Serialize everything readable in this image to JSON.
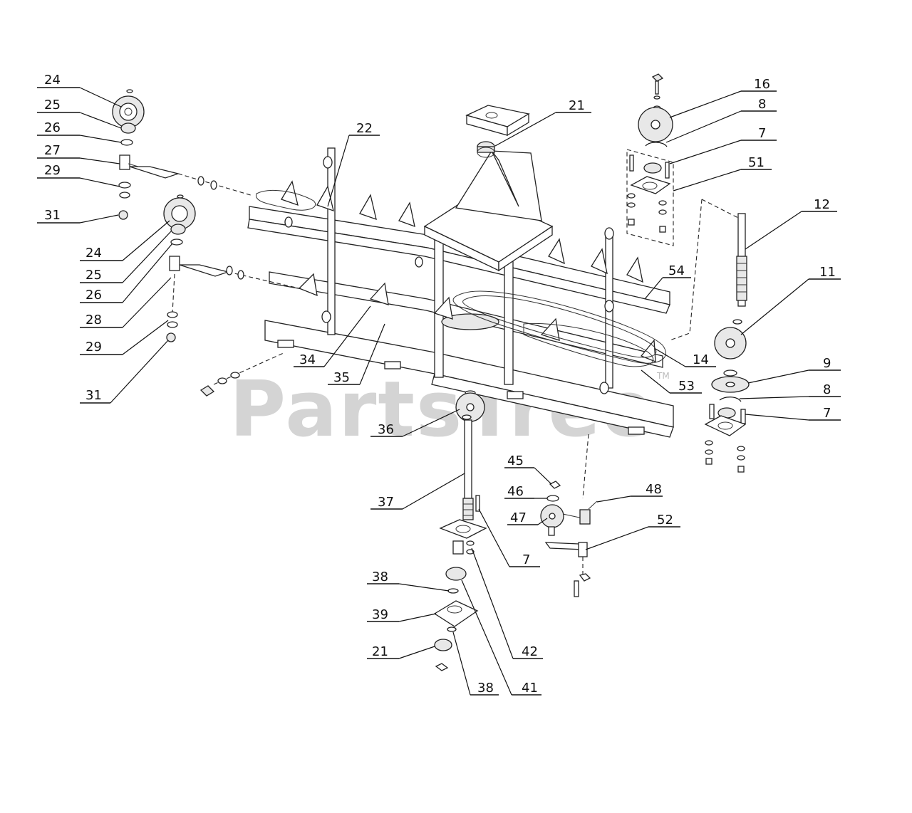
{
  "watermark": {
    "text": "PartsTree",
    "tm": "TM"
  },
  "callouts": [
    {
      "id": "c24a",
      "num": "24"
    },
    {
      "id": "c25a",
      "num": "25"
    },
    {
      "id": "c26a",
      "num": "26"
    },
    {
      "id": "c27",
      "num": "27"
    },
    {
      "id": "c29a",
      "num": "29"
    },
    {
      "id": "c31a",
      "num": "31"
    },
    {
      "id": "c24b",
      "num": "24"
    },
    {
      "id": "c25b",
      "num": "25"
    },
    {
      "id": "c26b",
      "num": "26"
    },
    {
      "id": "c28",
      "num": "28"
    },
    {
      "id": "c29b",
      "num": "29"
    },
    {
      "id": "c31b",
      "num": "31"
    },
    {
      "id": "c22",
      "num": "22"
    },
    {
      "id": "c21a",
      "num": "21"
    },
    {
      "id": "c16",
      "num": "16"
    },
    {
      "id": "c8a",
      "num": "8"
    },
    {
      "id": "c7a",
      "num": "7"
    },
    {
      "id": "c51",
      "num": "51"
    },
    {
      "id": "c12",
      "num": "12"
    },
    {
      "id": "c54",
      "num": "54"
    },
    {
      "id": "c11",
      "num": "11"
    },
    {
      "id": "c14",
      "num": "14"
    },
    {
      "id": "c9",
      "num": "9"
    },
    {
      "id": "c53",
      "num": "53"
    },
    {
      "id": "c8b",
      "num": "8"
    },
    {
      "id": "c7b",
      "num": "7"
    },
    {
      "id": "c34",
      "num": "34"
    },
    {
      "id": "c35",
      "num": "35"
    },
    {
      "id": "c36",
      "num": "36"
    },
    {
      "id": "c37",
      "num": "37"
    },
    {
      "id": "c45",
      "num": "45"
    },
    {
      "id": "c46",
      "num": "46"
    },
    {
      "id": "c47",
      "num": "47"
    },
    {
      "id": "c48",
      "num": "48"
    },
    {
      "id": "c52",
      "num": "52"
    },
    {
      "id": "c7c",
      "num": "7"
    },
    {
      "id": "c38a",
      "num": "38"
    },
    {
      "id": "c39",
      "num": "39"
    },
    {
      "id": "c21b",
      "num": "21"
    },
    {
      "id": "c42",
      "num": "42"
    },
    {
      "id": "c41",
      "num": "41"
    },
    {
      "id": "c38b",
      "num": "38"
    }
  ]
}
